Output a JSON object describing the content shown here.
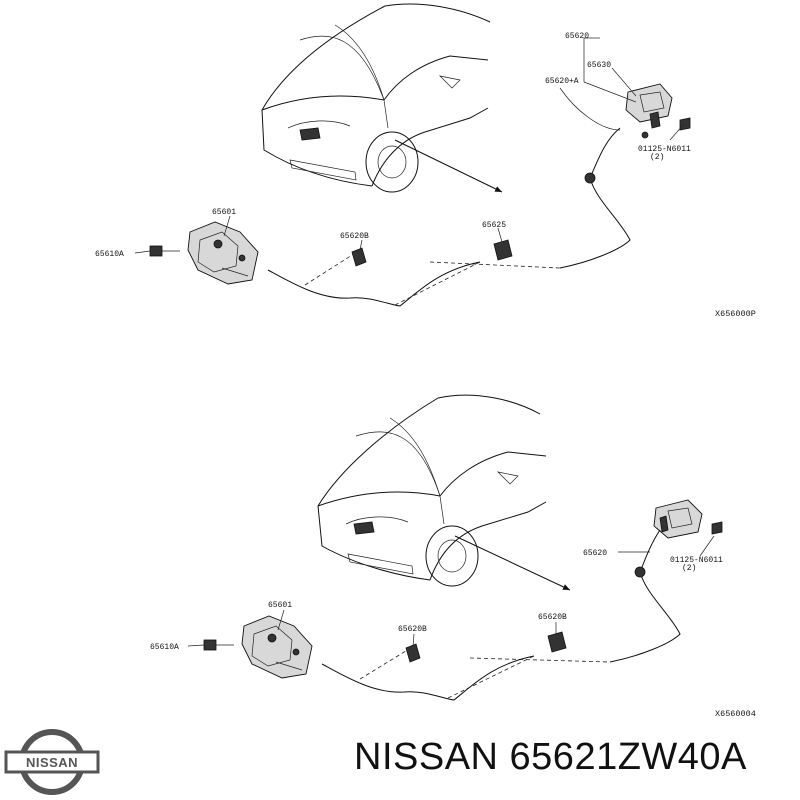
{
  "diagrams": [
    {
      "reference_code": "X656000P",
      "callouts": {
        "p65620": "65620",
        "p65630": "65630",
        "p65620a": "65620+A",
        "bolt": "01125-N6011",
        "bolt_qty": "(2)",
        "p65601": "65601",
        "p65610a": "65610A",
        "p65620b": "65620B",
        "p65625": "65625"
      }
    },
    {
      "reference_code": "X6560004",
      "callouts": {
        "p65620": "65620",
        "bolt": "01125-N6011",
        "bolt_qty": "(2)",
        "p65601": "65601",
        "p65610a": "65610A",
        "p65620b_left": "65620B",
        "p65620b_right": "65620B"
      }
    }
  ],
  "logo": {
    "text": "NISSAN",
    "icon": "nissan-logo-icon",
    "color": "#555555"
  },
  "footer": {
    "title": "NISSAN 65621ZW40A"
  }
}
